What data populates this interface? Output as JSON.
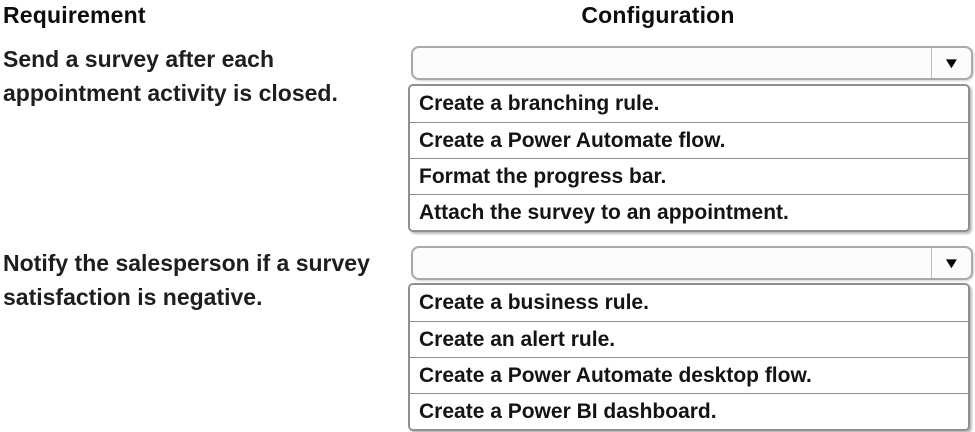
{
  "header": {
    "requirement_label": "Requirement",
    "configuration_label": "Configuration"
  },
  "rows": [
    {
      "requirement": "Send a survey after each\nappointment activity is closed.",
      "dropdown": {
        "value": "",
        "options": [
          "Create a branching rule.",
          "Create a Power Automate flow.",
          "Format the progress bar.",
          "Attach the survey to an appointment."
        ]
      }
    },
    {
      "requirement": "Notify the salesperson if a survey\nsatisfaction is negative.",
      "dropdown": {
        "value": "",
        "options": [
          "Create a business rule.",
          "Create an alert rule.",
          "Create a Power Automate desktop flow.",
          "Create a Power BI dashboard."
        ]
      }
    }
  ],
  "icons": {
    "dropdown_arrow": "▼"
  },
  "colors": {
    "border_gray": "#8f8f8f",
    "combo_border": "#a9a9a9",
    "text": "#1b1b1b",
    "background": "#ffffff"
  }
}
